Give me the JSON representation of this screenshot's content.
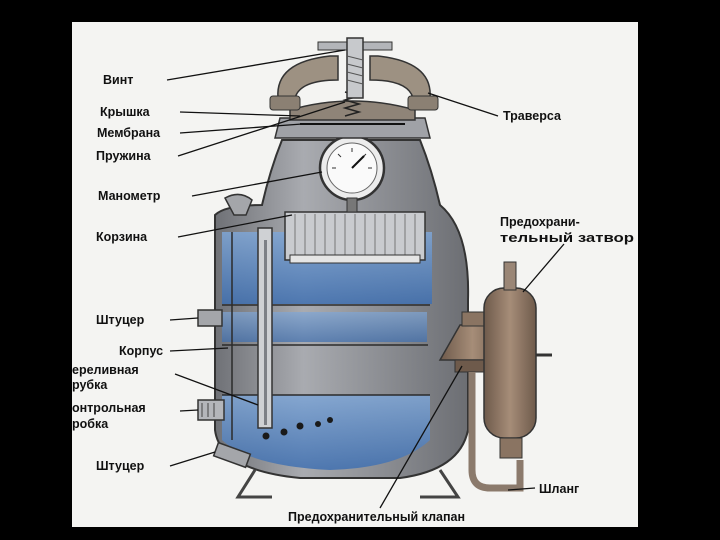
{
  "labels": {
    "vint": "Винт",
    "kryshka": "Крышка",
    "membrana": "Мембрана",
    "pruzhina": "Пружина",
    "manometr": "Манометр",
    "korzina": "Корзина",
    "shtutser_top": "Штуцер",
    "korpus": "Корпус",
    "perelivnaya_1": "ереливная",
    "perelivnaya_2": "рубка",
    "kontrolnaya_1": "онтрольная",
    "kontrolnaya_2": "робка",
    "shtutser_bottom": "Штуцер",
    "traversa": "Траверса",
    "predokhr_zatvor_1": "Предохрани-",
    "predokhr_zatvor_2": "тельный  затвор",
    "shlang": "Шланг",
    "predokhr_klapan": "Предохранительный клапан"
  },
  "colors": {
    "background": "#000000",
    "sheet": "#f4f4f2",
    "metal": "#8d8f94",
    "metal_dark": "#55575c",
    "water": "#4f7fc0",
    "water_light": "#b9cfe8",
    "lid": "#9a8f80",
    "valve": "#8a7462",
    "text": "#111111"
  }
}
